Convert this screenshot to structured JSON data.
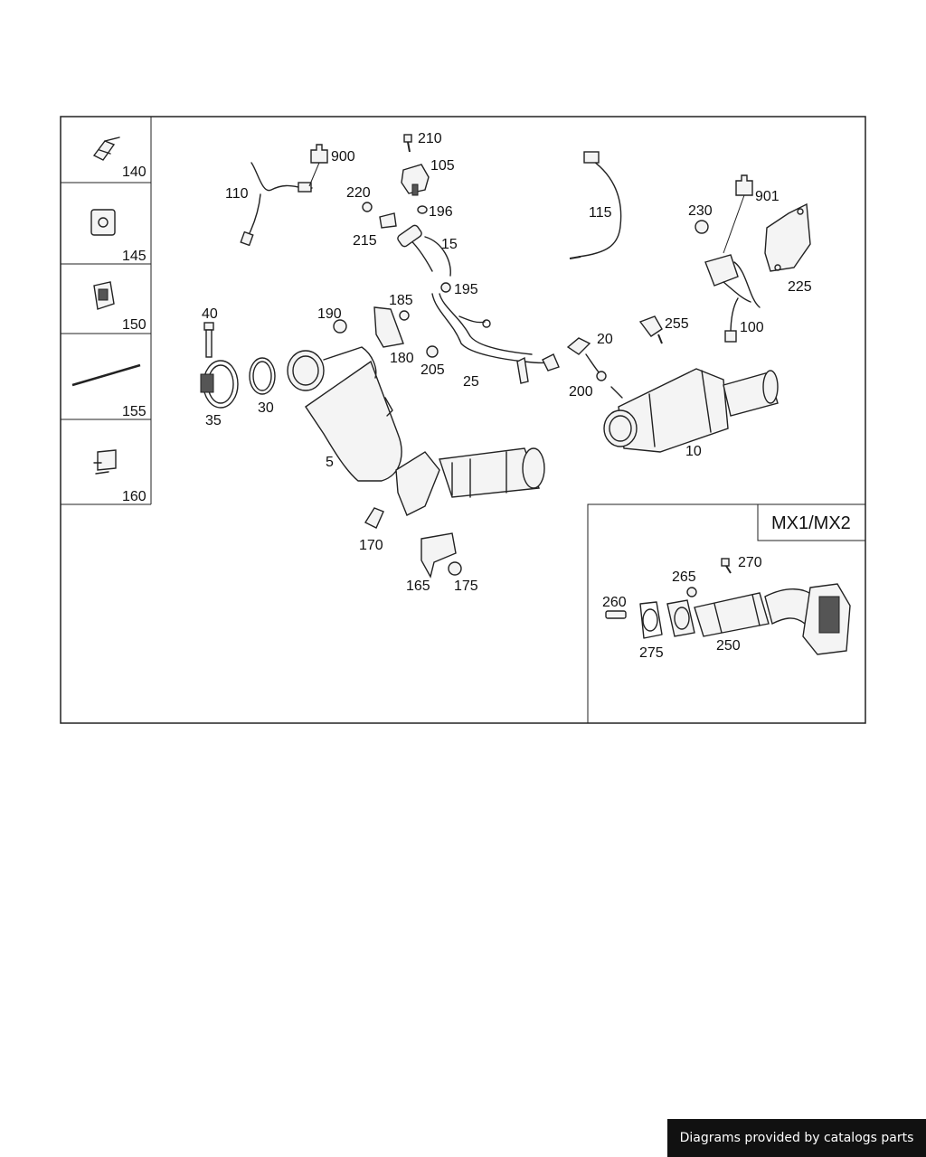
{
  "side_panel": [
    "140",
    "145",
    "150",
    "155",
    "160"
  ],
  "callouts": {
    "p110": "110",
    "p900": "900",
    "p210": "210",
    "p105": "105",
    "p220": "220",
    "p196": "196",
    "p215": "215",
    "p15": "15",
    "p115": "115",
    "p230": "230",
    "p901": "901",
    "p225": "225",
    "p195": "195",
    "p185": "185",
    "p190": "190",
    "p40": "40",
    "p180": "180",
    "p205": "205",
    "p25": "25",
    "p20": "20",
    "p255": "255",
    "p100": "100",
    "p35": "35",
    "p30": "30",
    "p200": "200",
    "p10": "10",
    "p5": "5",
    "p170": "170",
    "p165": "165",
    "p175": "175"
  },
  "inset": {
    "title": "MX1/MX2",
    "callouts": {
      "p270": "270",
      "p265": "265",
      "p260": "260",
      "p275": "275",
      "p250": "250"
    }
  },
  "footer": {
    "credit": "Diagrams provided by catalogs parts"
  }
}
